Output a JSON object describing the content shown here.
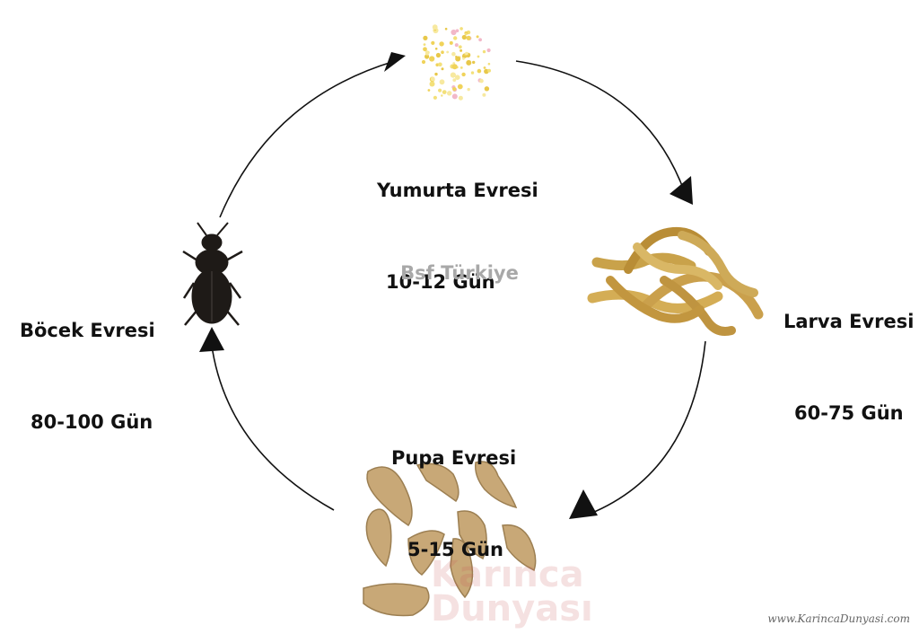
{
  "stages": [
    {
      "id": "yumurta",
      "name": "Yumurta Evresi",
      "duration": "10-12 Gün"
    },
    {
      "id": "larva",
      "name": "Larva Evresi",
      "duration": "60-75 Gün"
    },
    {
      "id": "pupa",
      "name": "Pupa Evresi",
      "duration": "5-15 Gün"
    },
    {
      "id": "bocek",
      "name": "Böcek Evresi",
      "duration": "80-100 Gün"
    }
  ],
  "center_title": "Bsf Türkiye",
  "watermark": {
    "line1": "Karınca",
    "line2": "Dunyası"
  },
  "website": "www.KarincaDunyasi.com",
  "colors": {
    "arrow": "#111111",
    "center_title": "#a8a8a8",
    "larva": "#c9a24a",
    "pupa": "#c8a877",
    "beetle": "#1e1a17",
    "eggs": "#f0d35a"
  }
}
